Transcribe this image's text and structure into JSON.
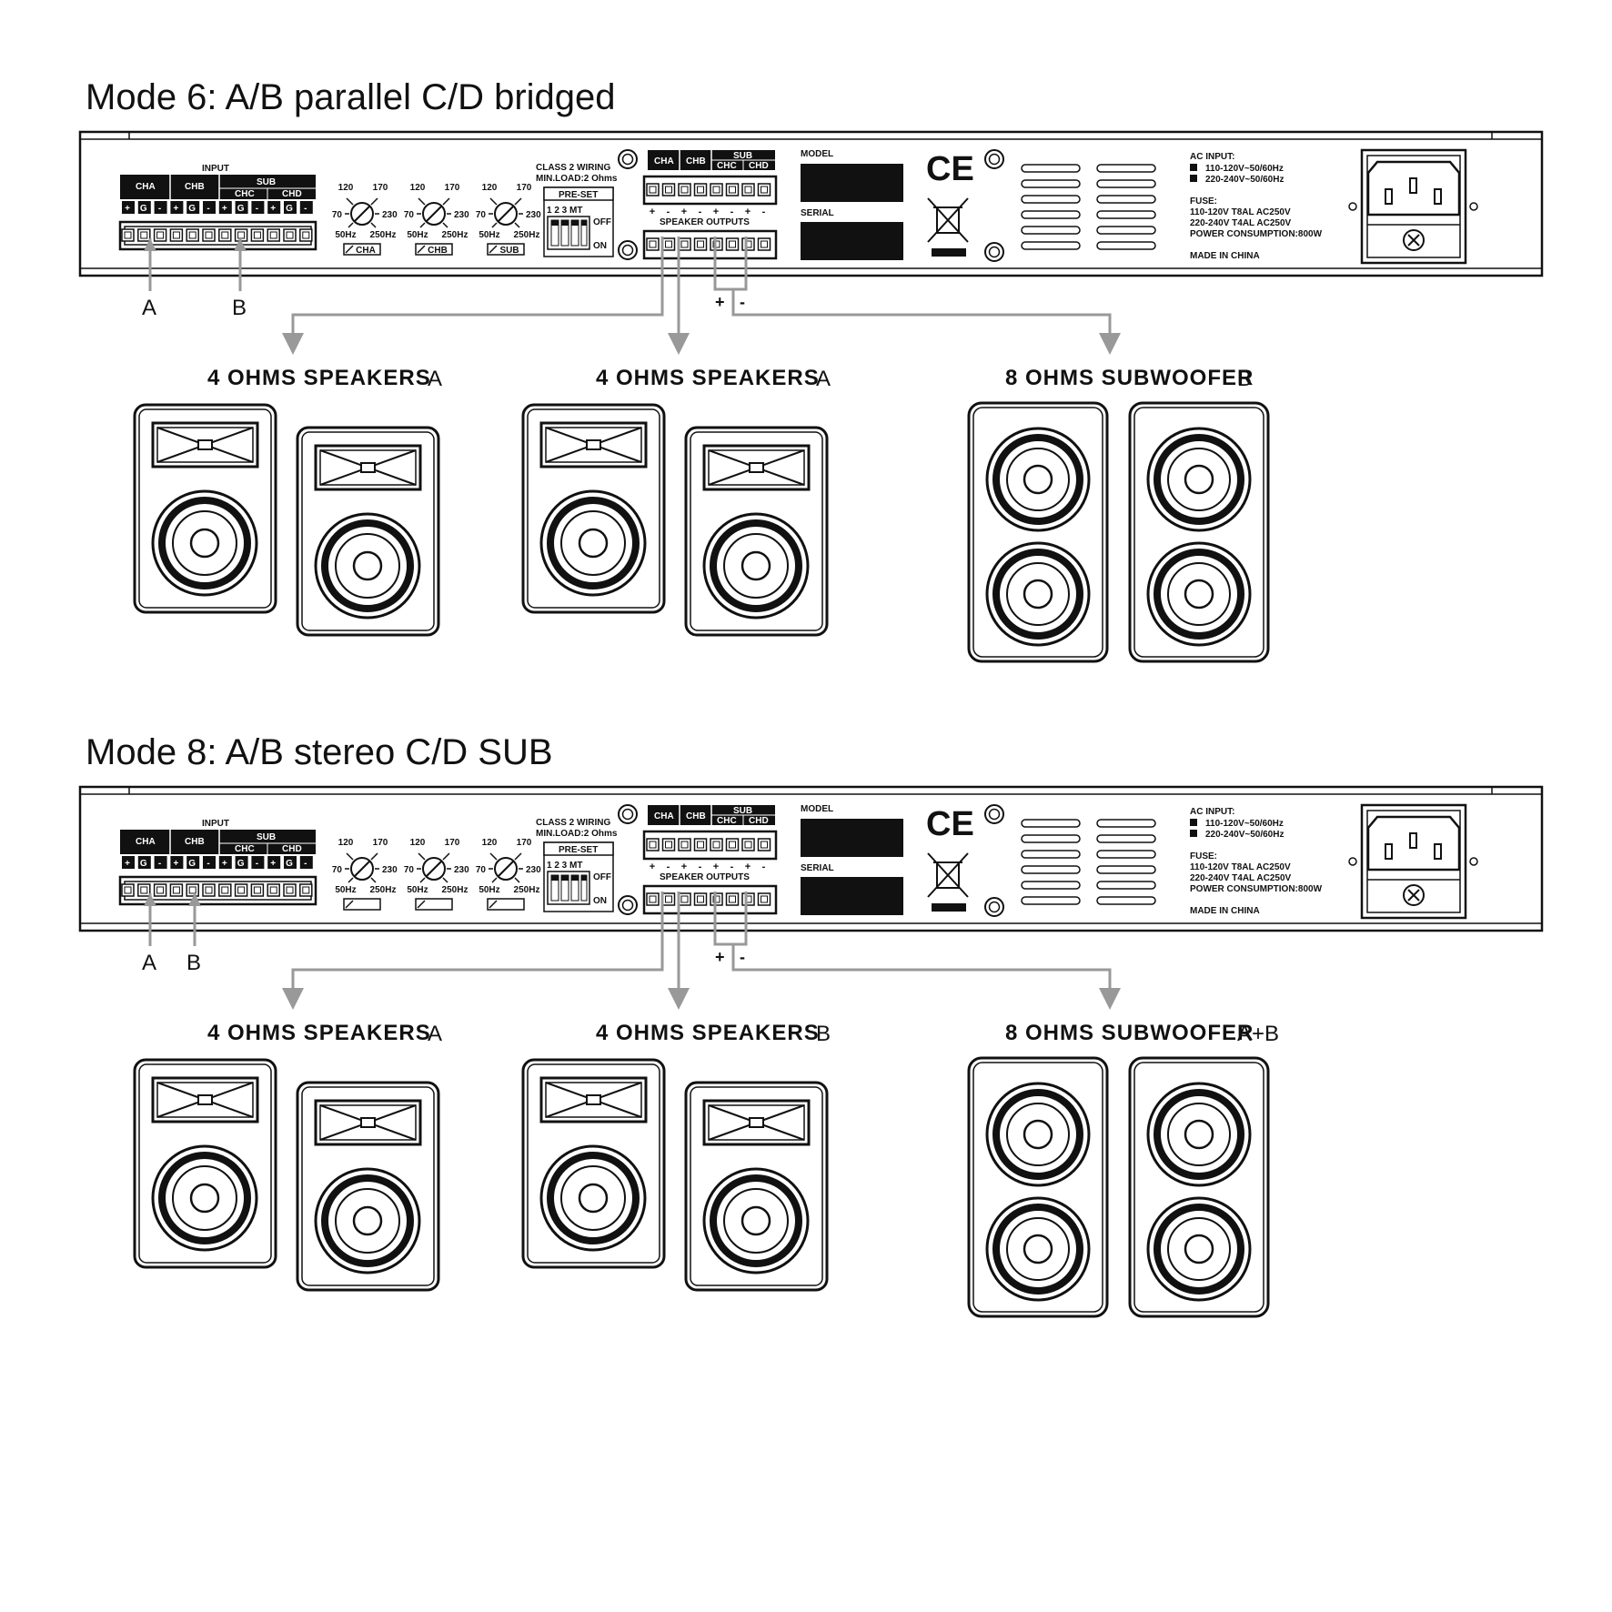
{
  "colors": {
    "ink": "#111111",
    "arrow": "#999999",
    "paper": "#ffffff"
  },
  "panel_labels": {
    "input": "INPUT",
    "cha": "CHA",
    "chb": "CHB",
    "sub": "SUB",
    "chc": "CHC",
    "chd": "CHD",
    "terminals": [
      "+",
      "G",
      "-",
      "+",
      "G",
      "-",
      "+",
      "G",
      "-",
      "+",
      "G",
      "-"
    ],
    "knob_top_left": "120",
    "knob_top_right": "170",
    "knob_left": "70",
    "knob_right": "230",
    "knob_bottom_left": "50Hz",
    "knob_bottom_right": "250Hz",
    "knob_names": [
      "CHA",
      "CHB",
      "SUB"
    ],
    "wiring_line1": "CLASS 2 WIRING",
    "wiring_line2": "MIN.LOAD:2 Ohms",
    "preset": "PRE-SET",
    "preset_numbers": "1  2  3 MT",
    "off": "OFF",
    "on": "ON",
    "speaker_outputs": "SPEAKER OUTPUTS",
    "out_polarity": [
      "+",
      "-",
      "+",
      "-",
      "+",
      "-",
      "+",
      "-"
    ],
    "model": "MODEL",
    "serial": "SERIAL",
    "ce": "CE",
    "ac_input": "AC INPUT:",
    "ac_line1": "110-120V~50/60Hz",
    "ac_line2": "220-240V~50/60Hz",
    "fuse": "FUSE:",
    "fuse_line1": "110-120V T8AL AC250V",
    "fuse_line2": "220-240V T4AL AC250V",
    "power": "POWER CONSUMPTION:800W",
    "made_in": "MADE IN CHINA",
    "bridge_plus": "+",
    "bridge_minus": "-"
  },
  "modes": [
    {
      "title": "Mode 6: A/B parallel C/D bridged",
      "inputs": [
        "A",
        "B"
      ],
      "speakers": [
        {
          "label": "4 OHMS SPEAKERS",
          "channel": "A"
        },
        {
          "label": "4 OHMS SPEAKERS",
          "channel": "A"
        }
      ],
      "subwoofer": {
        "label": "8 OHMS SUBWOOFER",
        "channel": "B"
      }
    },
    {
      "title": "Mode 8: A/B stereo C/D SUB",
      "inputs": [
        "A",
        "B"
      ],
      "speakers": [
        {
          "label": "4 OHMS SPEAKERS",
          "channel": "A"
        },
        {
          "label": "4 OHMS SPEAKERS",
          "channel": "B"
        }
      ],
      "subwoofer": {
        "label": "8 OHMS SUBWOOFER",
        "channel": "A+B"
      }
    }
  ]
}
